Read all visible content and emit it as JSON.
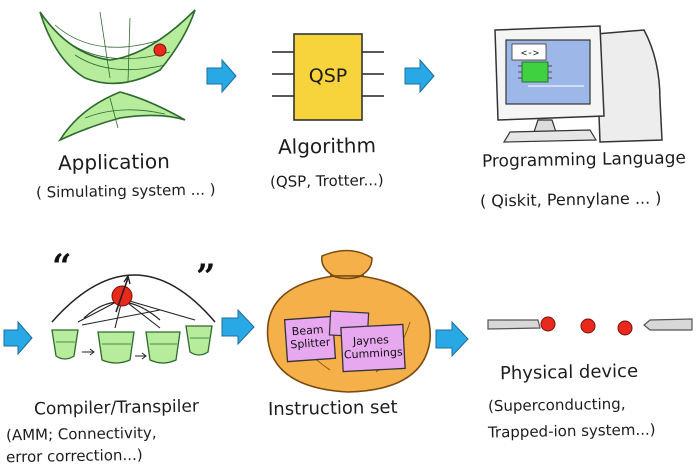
{
  "stages": [
    {
      "title": "Application",
      "subtitle": "( Simulating system ... )"
    },
    {
      "title": "Algorithm",
      "subtitle": "(QSP, Trotter...)"
    },
    {
      "title": "Programming Language",
      "subtitle": "( Qiskit, Pennylane ... )"
    },
    {
      "title": "Compiler/Transpiler",
      "subtitle_lines": [
        "(AMM; Connectivity,",
        "error correction...)"
      ]
    },
    {
      "title": "Instruction set"
    },
    {
      "title": "Physical device",
      "subtitle_lines": [
        "(Superconducting,",
        "Trapped-ion system...)"
      ]
    }
  ],
  "qsp_box": {
    "label": "QSP"
  },
  "screen": {
    "label": "<->"
  },
  "instruction_cards": [
    {
      "lines": [
        "Beam",
        "Splitter"
      ]
    },
    {
      "lines": [
        "Jaynes",
        "Cummings"
      ]
    }
  ],
  "quote_marks": {
    "open": "“",
    "close": "”"
  },
  "colors": {
    "arrow": "#29a8e6",
    "green": "#b6ec9c",
    "qsp_box": "#f7d33c",
    "sack": "#f5b04a",
    "card": "#e8a8f0",
    "ion": "#e8291c",
    "monitor_screen": "#9db8e8",
    "chip": "#3fd13f"
  },
  "icons": [
    "flow-arrow-icon",
    "potential-surface-icon",
    "qsp-chip-icon",
    "computer-icon",
    "qubit-spin-icon",
    "sack-icon",
    "ion-trap-icon"
  ]
}
